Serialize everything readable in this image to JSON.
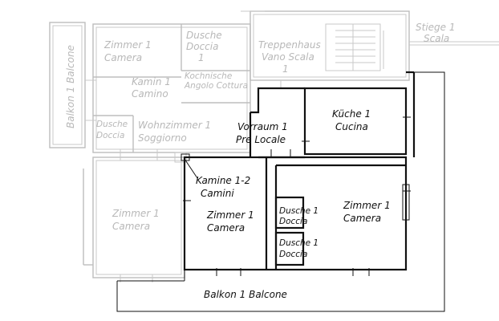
{
  "rooms_faded": {
    "balkon_left": "Balkon 1 Balcone",
    "zimmer_top": [
      "Zimmer 1",
      "Camera"
    ],
    "dusche_top": [
      "Dusche",
      "Doccia",
      "1"
    ],
    "treppenhaus": [
      "Treppenhaus",
      "Vano Scala",
      "1"
    ],
    "stiege": [
      "Stiege 1",
      "Scala"
    ],
    "kamin": [
      "Kamin 1",
      "Camino"
    ],
    "kochnische": [
      "Kochnische",
      "Angolo Cottura"
    ],
    "dusche_left": [
      "Dusche",
      "Doccia"
    ],
    "wohnzimmer": [
      "Wohnzimmer 1",
      "Soggiorno"
    ],
    "zimmer_left": [
      "Zimmer 1",
      "Camera"
    ]
  },
  "rooms": {
    "vorraum": [
      "Vorraum 1",
      "Pre Locale"
    ],
    "kueche": [
      "Küche 1",
      "Cucina"
    ],
    "kamine": [
      "Kamine 1-2",
      "Camini"
    ],
    "zimmer_mid": [
      "Zimmer 1",
      "Camera"
    ],
    "zimmer_right": [
      "Zimmer 1",
      "Camera"
    ],
    "dusche_a": [
      "Dusche 1",
      "Doccia"
    ],
    "dusche_b": [
      "Dusche 1",
      "Doccia"
    ],
    "balkon_bottom": "Balkon 1 Balcone"
  }
}
